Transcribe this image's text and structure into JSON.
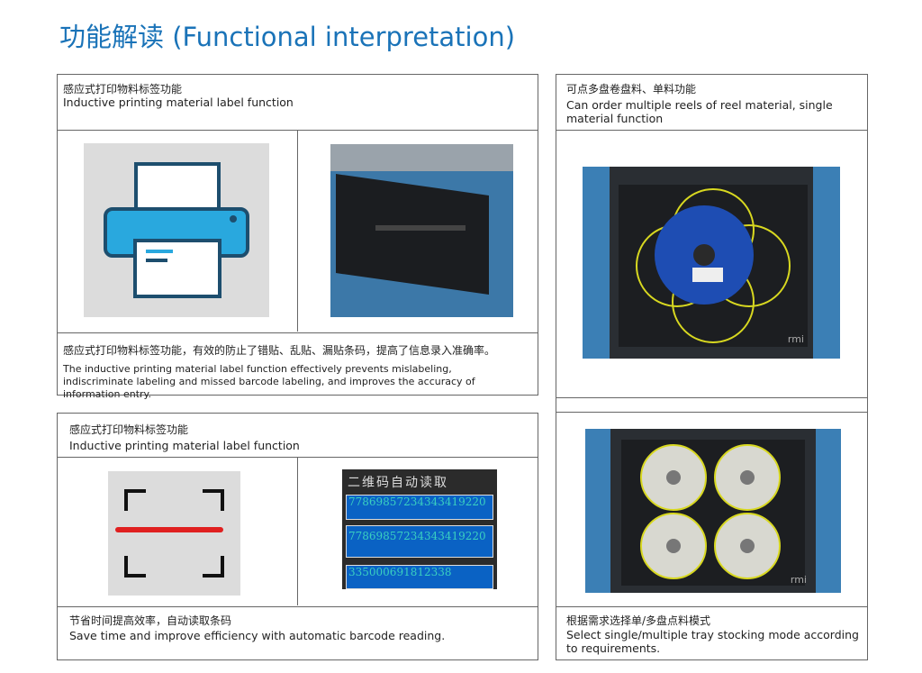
{
  "title": "功能解读 (Functional interpretation)",
  "panel1": {
    "header_cn": "感应式打印物料标签功能",
    "header_en": "Inductive printing material label function",
    "desc_cn": "感应式打印物料标签功能，有效的防止了错贴、乱贴、漏贴条码，提高了信息录入准确率。",
    "desc_en": "The inductive printing material label function effectively prevents mislabeling, indiscriminate labeling and missed barcode labeling, and improves the accuracy of information entry."
  },
  "panel2": {
    "header_cn": "可点多盘卷盘料、单料功能",
    "header_en": "Can order multiple reels of reel material, single material function",
    "brand": "rmi"
  },
  "panel3": {
    "header_cn": "感应式打印物料标签功能",
    "header_en": "Inductive printing material label function",
    "screen_title": "二维码自动读取",
    "codes": [
      "77869857234343419220",
      "77869857234343419220",
      "335000691812338"
    ],
    "desc_cn": "节省时间提高效率，自动读取条码",
    "desc_en": "Save time and improve efficiency with automatic barcode reading."
  },
  "panel4": {
    "desc_cn": "根据需求选择单/多盘点料模式",
    "desc_en": "Select single/multiple tray stocking mode according to requirements.",
    "brand": "rmi"
  },
  "colors": {
    "accent": "#1a73b8",
    "printer": "#29a8de"
  }
}
